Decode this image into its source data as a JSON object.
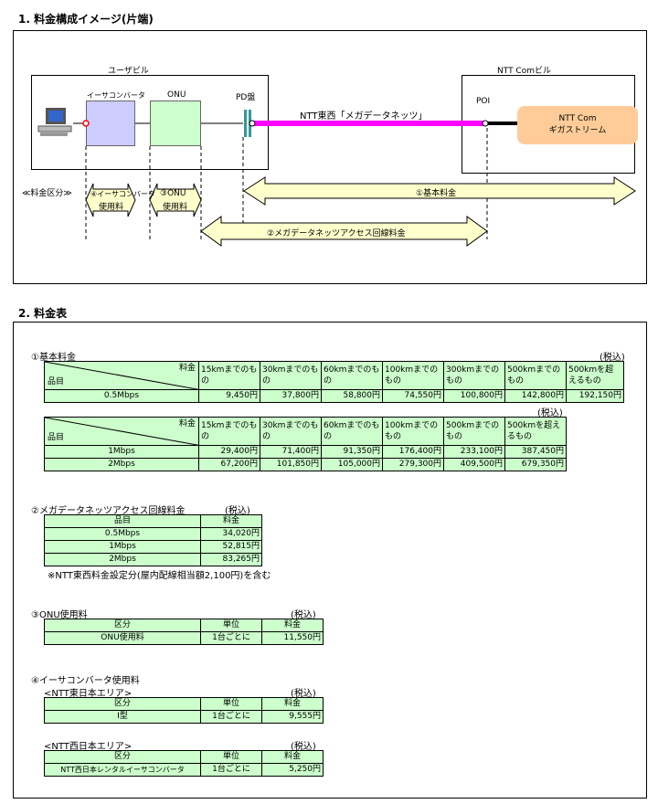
{
  "section1": {
    "title": "1. 料金構成イメージ(片端)",
    "user_building": "ユーザビル",
    "ntt_building": "NTT Comビル",
    "converter_label": "イーサコンバータ",
    "onu_label": "ONU",
    "pd_label": "PD盤",
    "line_label": "NTT東西「メガデータネッツ」",
    "poi_label": "POI",
    "giga_line1": "NTT Com",
    "giga_line2": "ギガストリーム",
    "category_label": "≪料金区分≫",
    "arrow_basic": "①基本料金",
    "arrow_access": "②メガデータネッツアクセス回線料金",
    "arrow_onu_1": "③ONU",
    "arrow_onu_2": "使用料",
    "arrow_conv_1": "④イーサコンバータ",
    "arrow_conv_2": "使用料"
  },
  "section2": {
    "title": "2. 料金表",
    "basic": {
      "title": "①基本料金",
      "tax": "(税込)",
      "corner_top": "料金",
      "corner_bottom": "品目",
      "table1": {
        "headers": [
          "15kmまでのもの",
          "30kmまでのもの",
          "60kmまでのもの",
          "100kmまでのもの",
          "300kmまでのもの",
          "500kmまでのもの",
          "500kmを超えるもの"
        ],
        "rows": [
          {
            "item": "0.5Mbps",
            "values": [
              "9,450円",
              "37,800円",
              "58,800円",
              "74,550円",
              "100,800円",
              "142,800円",
              "192,150円"
            ]
          }
        ]
      },
      "table2": {
        "tax": "(税込)",
        "headers": [
          "15kmまでのもの",
          "30kmまでのもの",
          "60kmまでのもの",
          "100kmまでのもの",
          "500kmまでのもの",
          "500kmを超えるもの"
        ],
        "rows": [
          {
            "item": "1Mbps",
            "values": [
              "29,400円",
              "71,400円",
              "91,350円",
              "176,400円",
              "233,100円",
              "387,450円"
            ]
          },
          {
            "item": "2Mbps",
            "values": [
              "67,200円",
              "101,850円",
              "105,000円",
              "279,300円",
              "409,500円",
              "679,350円"
            ]
          }
        ]
      }
    },
    "access": {
      "title": "②メガデータネッツアクセス回線料金",
      "tax": "(税込)",
      "headers": [
        "品目",
        "料金"
      ],
      "rows": [
        {
          "item": "0.5Mbps",
          "value": "34,020円"
        },
        {
          "item": "1Mbps",
          "value": "52,815円"
        },
        {
          "item": "2Mbps",
          "value": "83,265円"
        }
      ],
      "note": "※NTT東西料金設定分(屋内配線相当額2,100円)を含む"
    },
    "onu": {
      "title": "③ONU使用料",
      "tax": "(税込)",
      "headers": [
        "区分",
        "単位",
        "料金"
      ],
      "rows": [
        {
          "item": "ONU使用料",
          "unit": "1台ごとに",
          "value": "11,550円"
        }
      ]
    },
    "converter": {
      "title": "④イーサコンバータ使用料",
      "east": {
        "label": "<NTT東日本エリア>",
        "tax": "(税込)",
        "headers": [
          "区分",
          "単位",
          "料金"
        ],
        "rows": [
          {
            "item": "Ⅰ型",
            "unit": "1台ごとに",
            "value": "9,555円"
          }
        ]
      },
      "west": {
        "label": "<NTT西日本エリア>",
        "tax": "(税込)",
        "headers": [
          "区分",
          "単位",
          "料金"
        ],
        "rows": [
          {
            "item": "NTT西日本レンタルイーサコンバータ",
            "unit": "1台ごとに",
            "value": "5,250円"
          }
        ]
      }
    }
  }
}
